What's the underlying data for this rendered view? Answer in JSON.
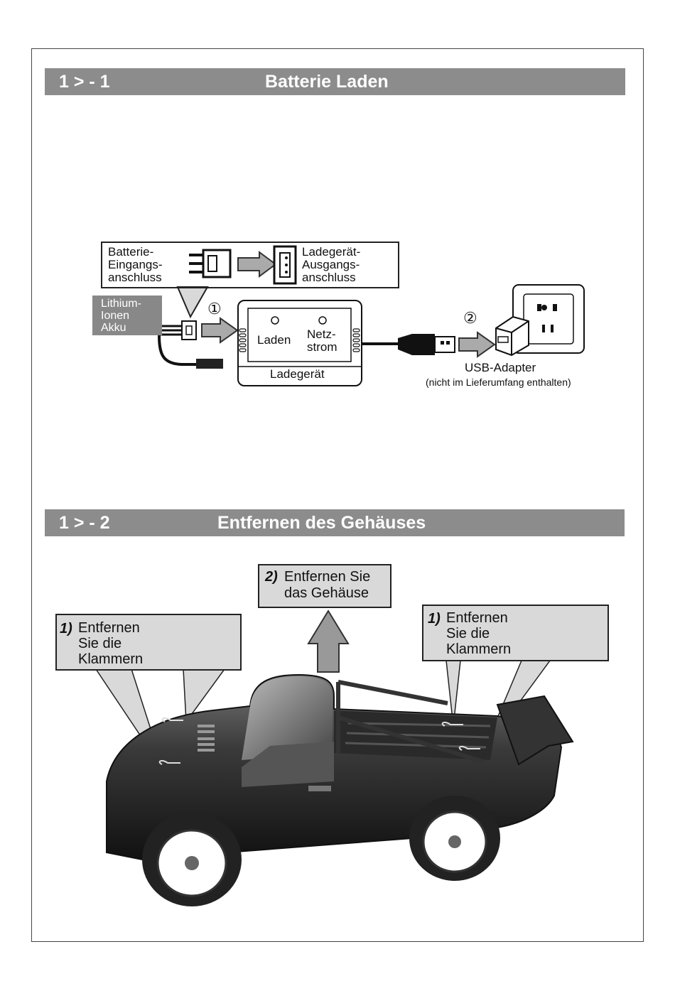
{
  "section1": {
    "number": "1 > - 1",
    "title": "Batterie Laden",
    "battery_port": "Batterie-\nEingangs-\nanschluss",
    "charger_port": "Ladegerät-\nAusgangs-\nanschluss",
    "battery": "Lithium-\nIonen\nAkku",
    "step1": "①",
    "step2": "②",
    "led_charge": "Laden",
    "led_power": "Netz-\nstrom",
    "charger": "Ladegerät",
    "usb_adapter": "USB-Adapter",
    "usb_note": "(nicht im Lieferumfang enthalten)"
  },
  "section2": {
    "number": "1 > - 2",
    "title": "Entfernen des Gehäuses",
    "left_step": "1)",
    "left_text": "Entfernen\nSie die\nKlammern",
    "center_step": "2)",
    "center_text": "Entfernen Sie\ndas Gehäuse",
    "right_step": "1)",
    "right_text": "Entfernen\nSie die\nKlammern"
  },
  "colors": {
    "bar": "#8c8c8c",
    "callout": "#d9d9d9",
    "battery_label": "#888888"
  }
}
